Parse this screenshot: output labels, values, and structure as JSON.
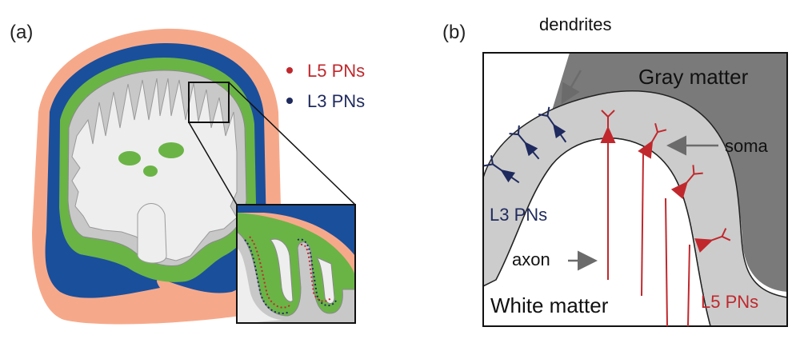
{
  "panel_a": {
    "label": "(a)",
    "legend": [
      {
        "text": "L5 PNs",
        "color": "#c0282d"
      },
      {
        "text": "L3 PNs",
        "color": "#1f2a5e"
      }
    ]
  },
  "panel_b": {
    "label": "(b)",
    "labels": {
      "dendrites": "dendrites",
      "gray_matter": "Gray matter",
      "soma": "soma",
      "l3": "L3 PNs",
      "axon": "axon",
      "white_matter": "White matter",
      "l5": "L5 PNs"
    }
  },
  "colors": {
    "skin": "#f6a98a",
    "csf": "#1a4f9c",
    "cortex_green": "#6ab446",
    "gray_band": "#c8c8c8",
    "dark_gray": "#7a7a7a",
    "white_matter": "#eeeeee",
    "red": "#c0282d",
    "navy": "#1f2a5e"
  }
}
